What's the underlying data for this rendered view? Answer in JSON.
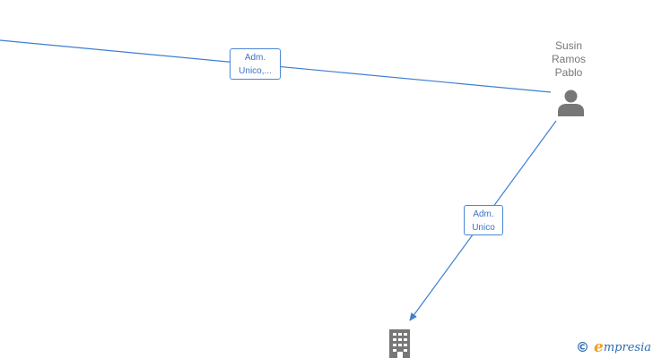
{
  "colors": {
    "edge": "#3d7fd1",
    "label_text": "#3a74c4",
    "icon": "#777777",
    "brand_blue": "#2b6cb0",
    "brand_orange": "#f0a020"
  },
  "nodes": {
    "person": {
      "name_lines": [
        "Susin",
        "Ramos",
        "Pablo"
      ],
      "icon": "person-icon"
    },
    "company": {
      "icon": "building-icon"
    }
  },
  "edges": [
    {
      "label_lines": [
        "Adm.",
        "Unico,..."
      ]
    },
    {
      "label_lines": [
        "Adm.",
        "Unico"
      ]
    }
  ],
  "watermark": {
    "symbol": "©",
    "brand_initial": "e",
    "brand_rest": "mpresia"
  }
}
